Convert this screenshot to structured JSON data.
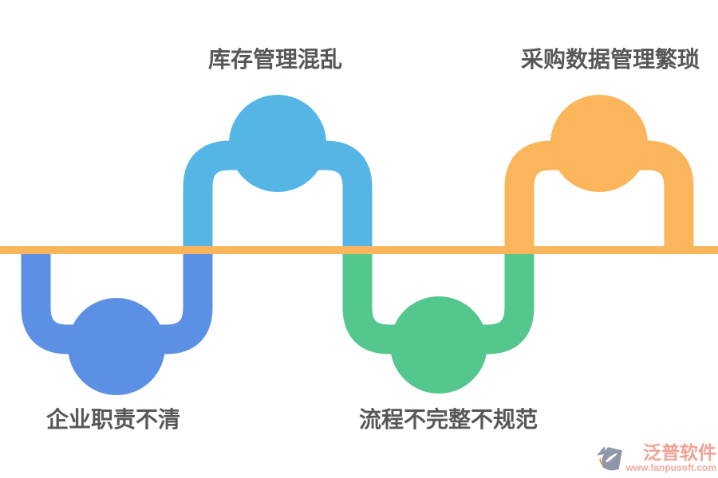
{
  "diagram": {
    "type": "alternating-wave-process",
    "baseline_color": "#FBB55A",
    "label_color": "#56575B",
    "nodes": [
      {
        "label": "企业职责不清",
        "position": "below-line",
        "color": "#5C90E4"
      },
      {
        "label": "库存管理混乱",
        "position": "above-line",
        "color": "#55B5E5"
      },
      {
        "label": "流程不完整不规范",
        "position": "below-line",
        "color": "#54C78E"
      },
      {
        "label": "采购数据管理繁琐",
        "position": "above-line",
        "color": "#FBB55A"
      }
    ]
  },
  "watermark": {
    "name": "泛普软件",
    "url": "www.fanpusoft.com",
    "text_color": "#F0A193",
    "logo_gray": "#8E96A8",
    "logo_orange": "#E8944A"
  }
}
